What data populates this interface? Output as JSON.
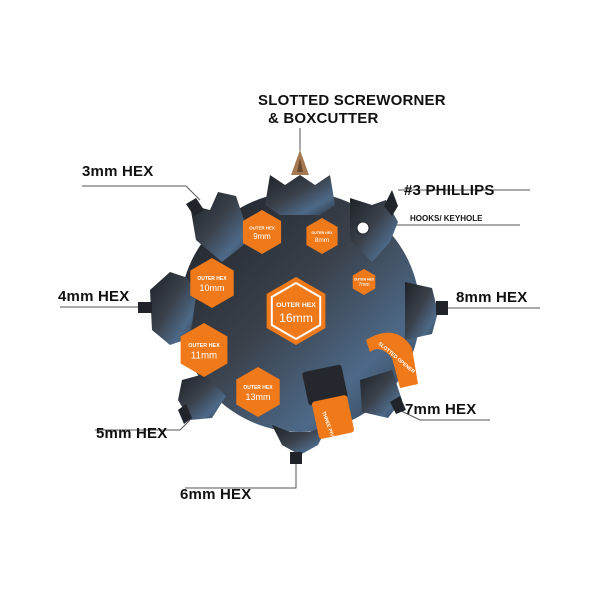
{
  "callouts": {
    "slotted_line1": "SLOTTED SCREWORNER",
    "slotted_line2": "& BOXCUTTER",
    "hex3": "3mm HEX",
    "phillips": "#3 PHILLIPS",
    "hooks": "HOOKS/ KEYHOLE",
    "hex4": "4mm HEX",
    "hex8": "8mm HEX",
    "hex5": "5mm HEX",
    "hex7": "7mm HEX",
    "hex6": "6mm HEX"
  },
  "hex_sockets": [
    {
      "caption": "OUTER HEX",
      "size": "9mm"
    },
    {
      "caption": "OUTER HEX",
      "size": "8mm"
    },
    {
      "caption": "OUTER HEX",
      "size": "10mm"
    },
    {
      "caption": "OUTER HEX",
      "size": "16mm"
    },
    {
      "caption": "OUTER HEX",
      "size": "11mm"
    },
    {
      "caption": "OUTER HEX",
      "size": "13mm"
    },
    {
      "caption": "OUTER HEX",
      "size": "7mm"
    }
  ],
  "openers": {
    "bottle": "SLOTTED OPENER",
    "screw": "THREE PIVOT"
  },
  "colors": {
    "accent": "#f07a1a",
    "metal_dark": "#2a2e35",
    "metal_light": "#4a5f78",
    "line": "#555555"
  }
}
